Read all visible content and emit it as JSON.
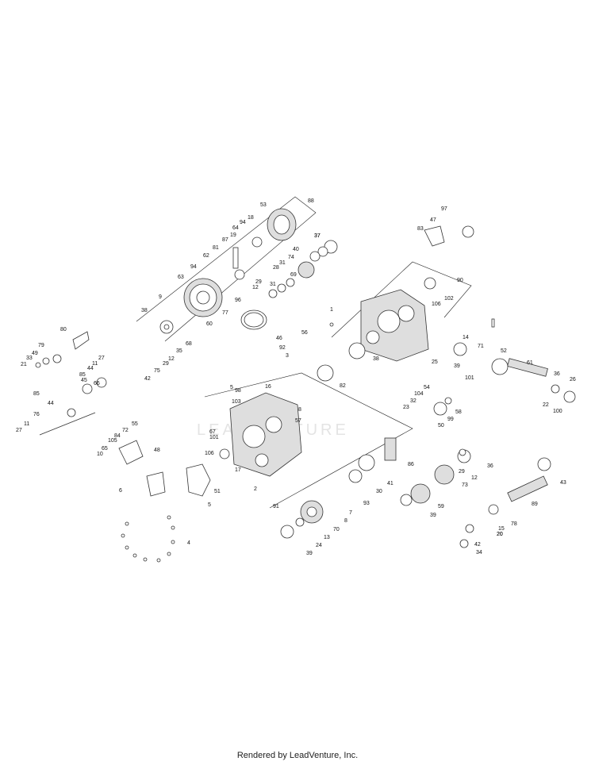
{
  "watermark": "LEADVENTURE",
  "footer": "Rendered by LeadVenture, Inc.",
  "callouts": [
    "1",
    "2",
    "3",
    "4",
    "5",
    "6",
    "7",
    "8",
    "9",
    "10",
    "11",
    "12",
    "13",
    "14",
    "15",
    "16",
    "17",
    "18",
    "19",
    "20",
    "21",
    "22",
    "23",
    "24",
    "25",
    "26",
    "27",
    "28",
    "29",
    "30",
    "31",
    "32",
    "33",
    "34",
    "35",
    "36",
    "37",
    "38",
    "39",
    "40",
    "41",
    "42",
    "43",
    "44",
    "45",
    "46",
    "47",
    "48",
    "49",
    "50",
    "51",
    "52",
    "53",
    "54",
    "55",
    "56",
    "57",
    "58",
    "59",
    "60",
    "61",
    "62",
    "63",
    "64",
    "65",
    "66",
    "67",
    "68",
    "69",
    "70",
    "71",
    "72",
    "73",
    "74",
    "75",
    "76",
    "77",
    "78",
    "79",
    "80",
    "81",
    "82",
    "83",
    "84",
    "85",
    "86",
    "87",
    "88",
    "89",
    "90",
    "91",
    "92",
    "93",
    "94",
    "96",
    "97",
    "98",
    "99",
    "100",
    "101",
    "102",
    "103",
    "104",
    "105",
    "106"
  ]
}
